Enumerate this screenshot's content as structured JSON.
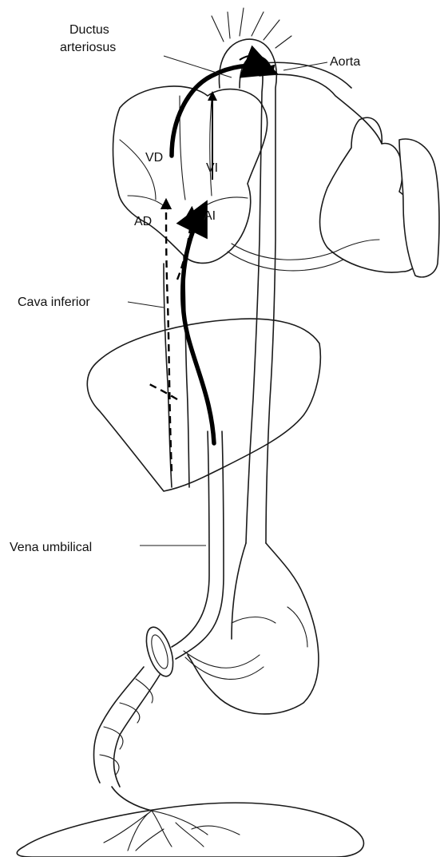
{
  "labels": {
    "ductus_line1": "Ductus",
    "ductus_line2": "arteriosus",
    "aorta": "Aorta",
    "vd": "VD",
    "vi": "VI",
    "ad": "AD",
    "ai": "AI",
    "cava_inferior": "Cava inferior",
    "vena_umbilical": "Vena umbilical"
  },
  "colors": {
    "stroke": "#1a1a1a",
    "flow": "#000000",
    "background": "#ffffff"
  }
}
